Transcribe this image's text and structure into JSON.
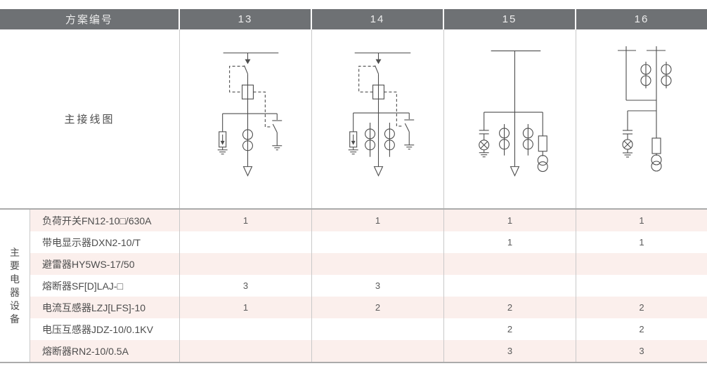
{
  "header": {
    "title": "方案编号",
    "schemes": [
      "13",
      "14",
      "15",
      "16"
    ]
  },
  "diagram_row": {
    "label": "主接线图",
    "diagrams": [
      {
        "scheme": "13",
        "description": "load-switch with fuse, arrester, one CT, earthing switch, outgoing feeder"
      },
      {
        "scheme": "14",
        "description": "load-switch with fuse, arrester, two CTs, earthing switch, outgoing feeder"
      },
      {
        "scheme": "15",
        "description": "live-display indicator, two CTs, fuse with voltage transformer, outgoing feeder"
      },
      {
        "scheme": "16",
        "description": "double busbar, two CTs, live-display indicator, fuse with voltage transformer"
      }
    ]
  },
  "equipment": {
    "section_label": "主要电器设备",
    "rows": [
      {
        "name": "负荷开关FN12-10□/630A",
        "values": [
          "1",
          "1",
          "1",
          "1"
        ]
      },
      {
        "name": "带电显示器DXN2-10/T",
        "values": [
          "",
          "",
          "1",
          "1"
        ]
      },
      {
        "name": "避雷器HY5WS-17/50",
        "values": [
          "",
          "",
          "",
          ""
        ]
      },
      {
        "name": "熔断器SF[D]LAJ-□",
        "values": [
          "3",
          "3",
          "",
          ""
        ]
      },
      {
        "name": "电流互感器LZJ[LFS]-10",
        "values": [
          "1",
          "2",
          "2",
          "2"
        ]
      },
      {
        "name": "电压互感器JDZ-10/0.1KV",
        "values": [
          "",
          "",
          "2",
          "2"
        ]
      },
      {
        "name": "熔断器RN2-10/0.5A",
        "values": [
          "",
          "",
          "3",
          "3"
        ]
      }
    ]
  },
  "colors": {
    "header_bg": "#6e7174",
    "header_text": "#ececec",
    "row_pink": "#fbefec",
    "grid_line": "#c9c9c9",
    "strong_line": "#ababab",
    "text_color": "#4d4d4d",
    "diagram_stroke": "#4d4d4d"
  }
}
